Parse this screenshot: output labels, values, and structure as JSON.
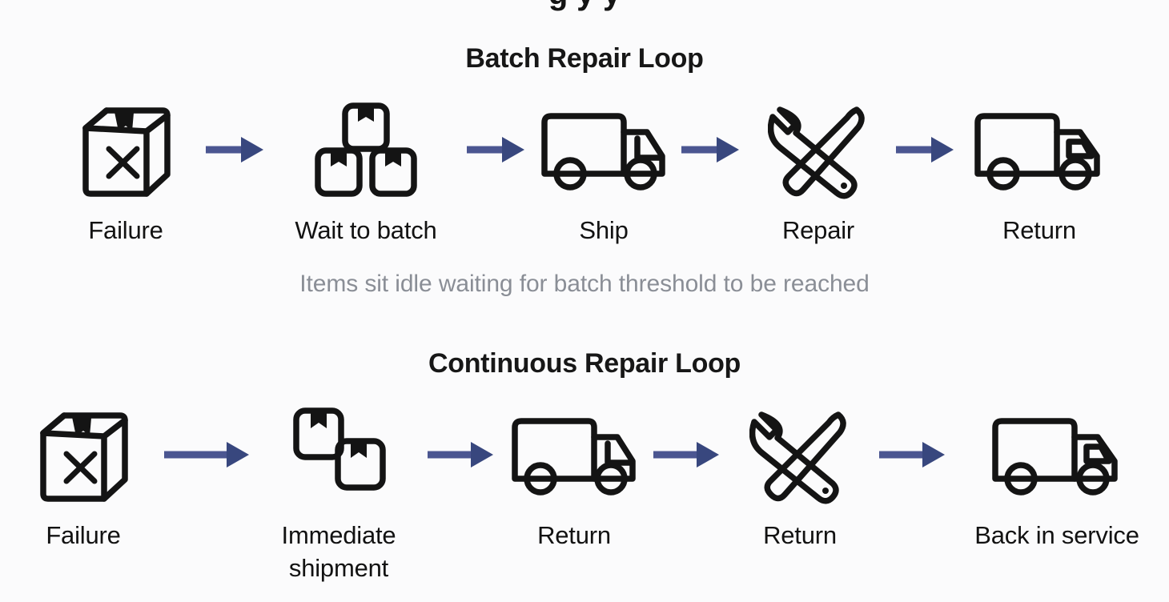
{
  "title": "g y y",
  "colors": {
    "arrow": "#38477e",
    "arrow_shaft": "#4b5691",
    "icon_stroke": "#141414",
    "background": "#fbfbfc",
    "caption_text": "#8a8e96",
    "heading_text": "#171717"
  },
  "sections": [
    {
      "heading": "Batch Repair Loop",
      "caption": "Items sit idle waiting for batch threshold to be reached",
      "steps": [
        {
          "label": "Failure",
          "icon": "broken-box-icon"
        },
        {
          "label": "Wait to batch",
          "icon": "stacked-boxes-icon"
        },
        {
          "label": "Ship",
          "icon": "delivery-truck-icon"
        },
        {
          "label": "Repair",
          "icon": "wrench-screwdriver-icon"
        },
        {
          "label": "Return",
          "icon": "delivery-truck-window-icon"
        }
      ],
      "arrows": [
        "arrow-right-icon",
        "arrow-right-icon",
        "arrow-right-icon",
        "arrow-right-icon"
      ]
    },
    {
      "heading": "Continuous Repair Loop",
      "caption": "",
      "steps": [
        {
          "label": "Failure",
          "icon": "broken-box-icon"
        },
        {
          "label": "Immediate\nshipment",
          "icon": "two-boxes-icon"
        },
        {
          "label": "Return",
          "icon": "delivery-truck-icon"
        },
        {
          "label": "Return",
          "icon": "wrench-screwdriver-icon"
        },
        {
          "label": "Back in service",
          "icon": "delivery-truck-window-icon"
        }
      ],
      "arrows": [
        "arrow-right-icon",
        "arrow-right-icon",
        "arrow-right-icon",
        "arrow-right-icon"
      ]
    }
  ]
}
